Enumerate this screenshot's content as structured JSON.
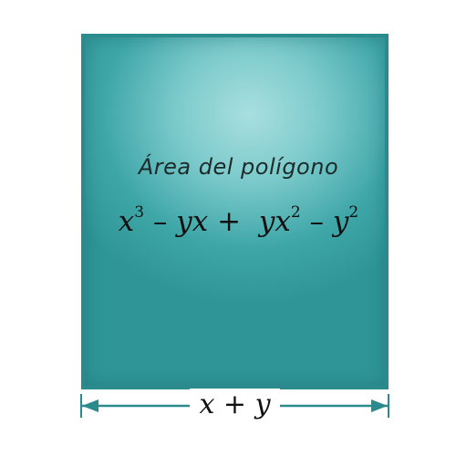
{
  "diagram": {
    "title": "Área del polígono",
    "formula": {
      "t1_base": "x",
      "t1_exp": "3",
      "op1": "–",
      "t2": "yx",
      "op2": "+",
      "t3_base": "yx",
      "t3_exp": "2",
      "op3": "–",
      "t4_base": "y",
      "t4_exp": "2"
    },
    "width_label": {
      "a": "x",
      "op": "+",
      "b": "y"
    },
    "colors": {
      "fill": "#5bb8b9",
      "border": "#2b8a8c",
      "arrow": "#2b8a8c"
    }
  }
}
